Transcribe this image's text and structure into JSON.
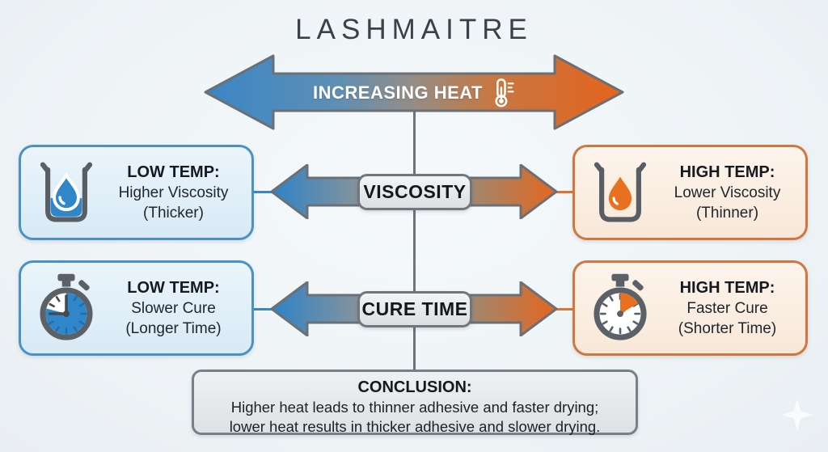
{
  "title": "LASHMAITRE",
  "heat_arrow": {
    "label": "INCREASING HEAT",
    "icon": "thermometer-icon",
    "direction": "cold-left-to-hot-right"
  },
  "rows": [
    {
      "id": "viscosity",
      "center_label": "VISCOSITY",
      "left": {
        "heading": "LOW TEMP:",
        "line1": "Higher Viscosity",
        "line2": "(Thicker)",
        "icon": "beaker-droplet-icon"
      },
      "right": {
        "heading": "HIGH TEMP:",
        "line1": "Lower Viscosity",
        "line2": "(Thinner)",
        "icon": "beaker-droplet-icon"
      }
    },
    {
      "id": "cure-time",
      "center_label": "CURE TIME",
      "left": {
        "heading": "LOW TEMP:",
        "line1": "Slower Cure",
        "line2": "(Longer Time)",
        "icon": "stopwatch-icon"
      },
      "right": {
        "heading": "HIGH TEMP:",
        "line1": "Faster Cure",
        "line2": "(Shorter Time)",
        "icon": "stopwatch-icon"
      }
    }
  ],
  "conclusion": {
    "heading": "CONCLUSION:",
    "line1": "Higher heat leads to thinner adhesive and faster drying;",
    "line2": "lower heat results in thicker adhesive and slower drying."
  },
  "colors": {
    "cold": "#2f87c9",
    "hot": "#e8711f",
    "arrow_outline": "#6b7076",
    "divider": "#6e747b",
    "card_cold_border": "#4a92c6",
    "card_hot_border": "#d0763f",
    "background": "#eff4f7"
  }
}
